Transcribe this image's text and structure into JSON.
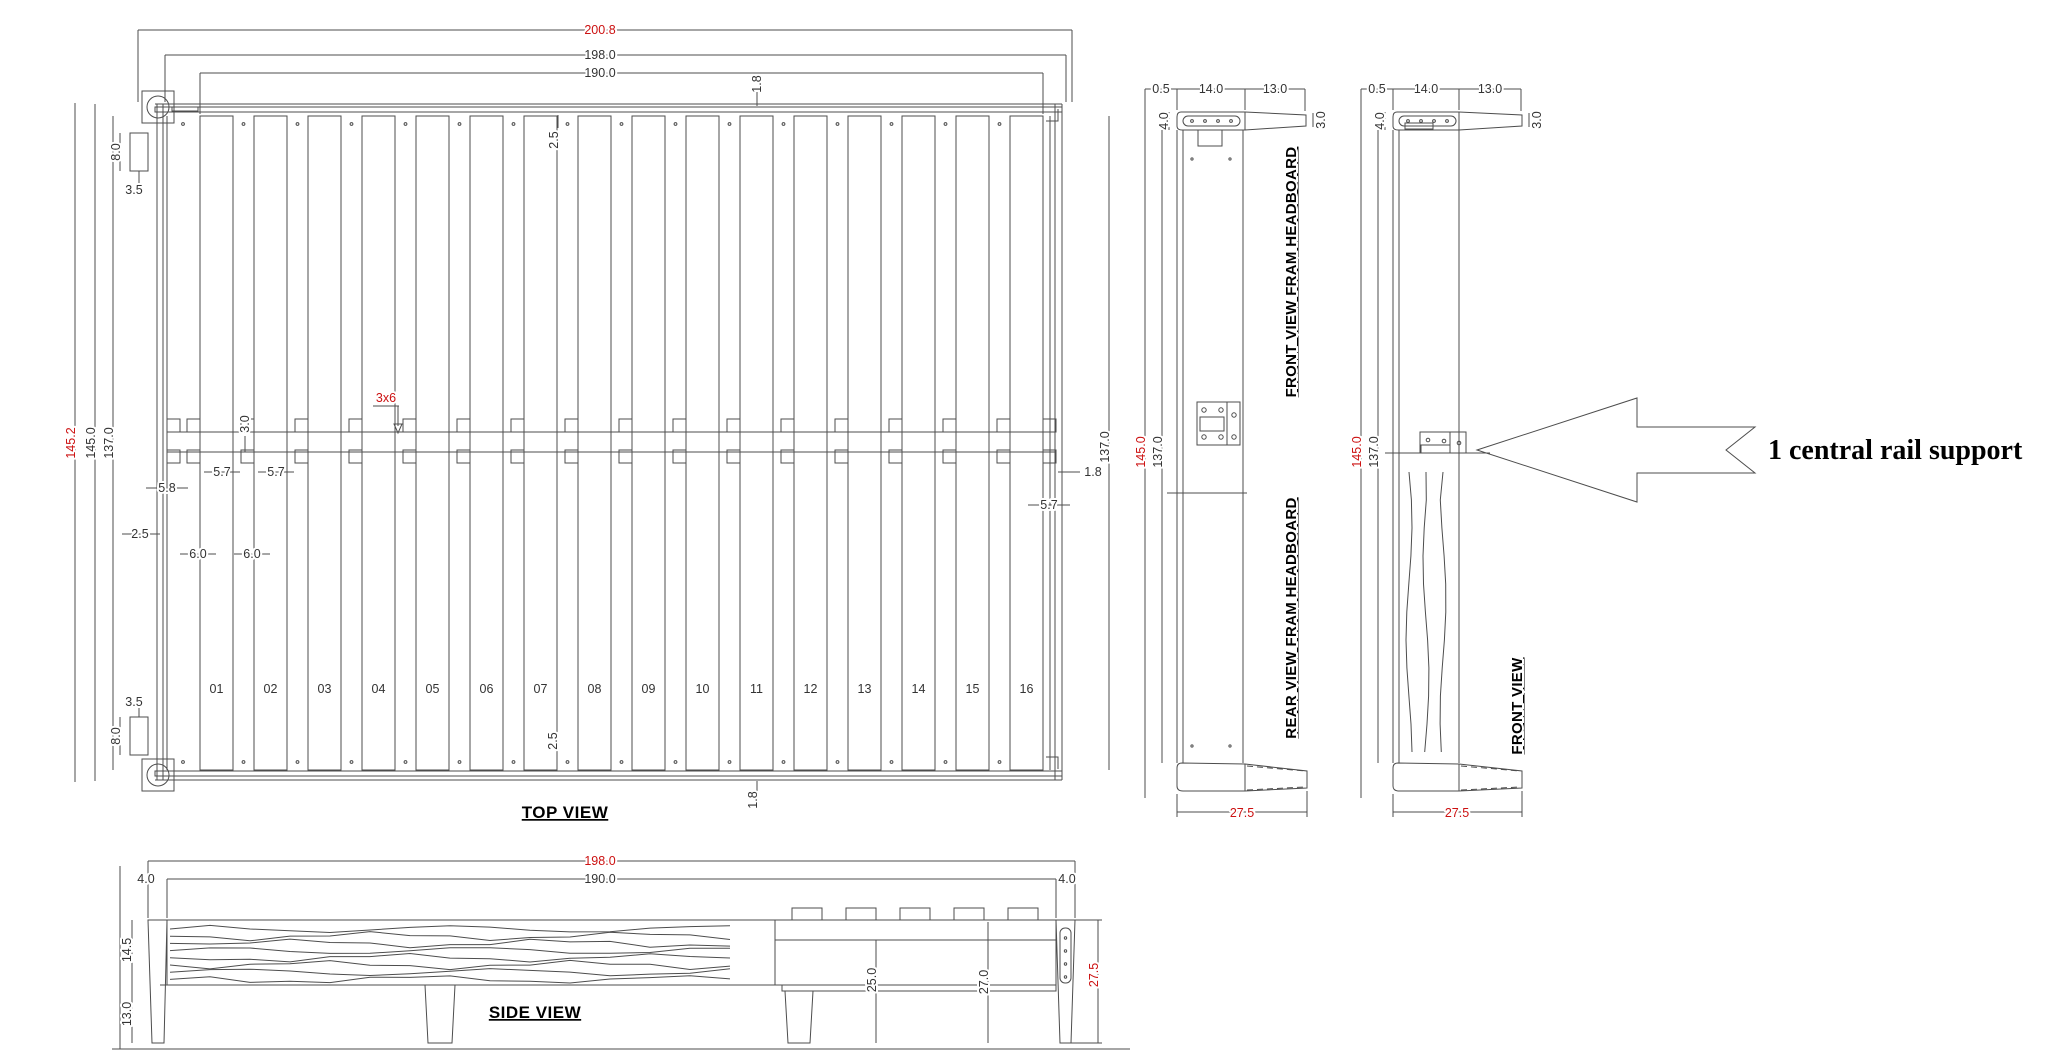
{
  "colors": {
    "dimension_red": "#cc1111",
    "line_gray": "#4d4d4d",
    "rail_gray": "#8f8f8f",
    "grain_gray": "#bdbdbd"
  },
  "top_view": {
    "title": "TOP VIEW",
    "slat_numbers": [
      "01",
      "02",
      "03",
      "04",
      "05",
      "06",
      "07",
      "08",
      "09",
      "10",
      "11",
      "12",
      "13",
      "14",
      "15",
      "16"
    ],
    "dims": {
      "overall_width": "200.8",
      "frame_width": "198.0",
      "slat_span": "190.0",
      "rail_thickness_top": "1.8",
      "slat_gap_top": "2.5",
      "overall_height": "145.2",
      "frame_height": "145.0",
      "inner_height": "137.0",
      "tenon_height_top": "8.0",
      "tenon_offset_top": "3.5",
      "notch_width": "3.0",
      "notch_gap_58": "5.8",
      "notch_gap_57a": "5.7",
      "notch_gap_57b": "5.7",
      "edge_gap_25": "2.5",
      "slat_gap_60a": "6.0",
      "slat_gap_60b": "6.0",
      "notch_size_note": "3x6",
      "tenon_offset_bottom": "3.5",
      "tenon_height_bottom": "8.0",
      "slat_gap_bottom": "2.5",
      "rail_thickness_bottom": "1.8",
      "inner_height_right": "137.0",
      "rail_thickness_right": "1.8",
      "notch_gap_right": "5.7"
    }
  },
  "headboard_view": {
    "label_front": "FRONT VIEW FRAM HEADBOARD",
    "label_rear": "REAR VIEW FRAM HEADBOARD",
    "dims": {
      "edge_gap": "0.5",
      "post_width": "14.0",
      "cap_overhang": "13.0",
      "cap_height": "4.0",
      "cap_end_height": "3.0",
      "overall_height": "145.0",
      "inner_height": "137.0",
      "foot_width": "27.5"
    }
  },
  "front_view": {
    "label": "FRONT VIEW",
    "dims": {
      "edge_gap": "0.5",
      "post_width": "14.0",
      "cap_overhang": "13.0",
      "cap_height": "4.0",
      "cap_end_height": "3.0",
      "overall_height": "145.0",
      "inner_height": "137.0",
      "foot_width": "27.5"
    }
  },
  "annotation": {
    "text": "1 central rail support"
  },
  "side_view": {
    "title": "SIDE VIEW",
    "dims": {
      "frame_width": "198.0",
      "inner_width": "190.0",
      "leg_width_left": "4.0",
      "leg_width_right": "4.0",
      "rail_height": "14.5",
      "leg_height": "13.0",
      "support_height": "25.0",
      "leg_total_height": "27.0",
      "overall_height": "27.5"
    }
  }
}
